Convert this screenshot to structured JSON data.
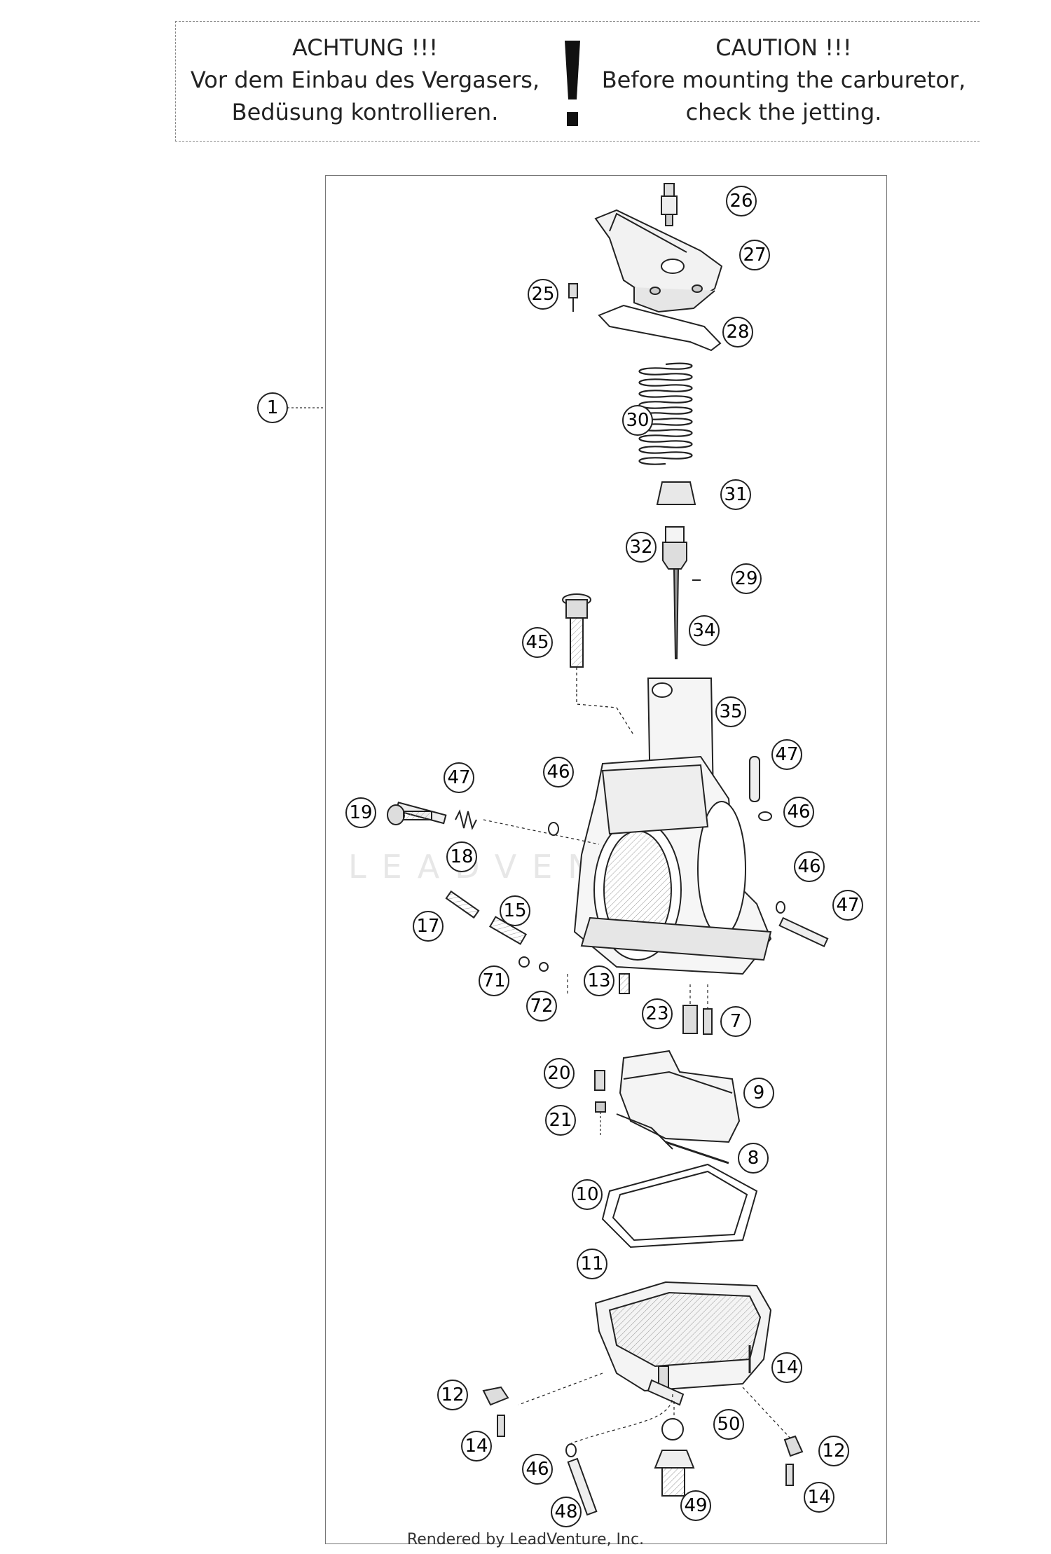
{
  "caution": {
    "de_title": "ACHTUNG !!!",
    "de_line1": "Vor dem Einbau des Vergasers,",
    "de_line2": "Bedüsung kontrollieren.",
    "en_title": "CAUTION !!!",
    "en_line1": "Before mounting the carburetor,",
    "en_line2": "check the jetting."
  },
  "watermark": "LEADVENTURE",
  "footer": "Rendered by LeadVenture, Inc.",
  "callouts": [
    {
      "id": "c1",
      "label": "1"
    },
    {
      "id": "c26",
      "label": "26"
    },
    {
      "id": "c27",
      "label": "27"
    },
    {
      "id": "c25",
      "label": "25"
    },
    {
      "id": "c28",
      "label": "28"
    },
    {
      "id": "c30",
      "label": "30"
    },
    {
      "id": "c31",
      "label": "31"
    },
    {
      "id": "c32",
      "label": "32"
    },
    {
      "id": "c29",
      "label": "29"
    },
    {
      "id": "c34",
      "label": "34"
    },
    {
      "id": "c45",
      "label": "45"
    },
    {
      "id": "c35",
      "label": "35"
    },
    {
      "id": "c47a",
      "label": "47"
    },
    {
      "id": "c46a",
      "label": "46"
    },
    {
      "id": "c47b",
      "label": "47"
    },
    {
      "id": "c19",
      "label": "19"
    },
    {
      "id": "c46b",
      "label": "46"
    },
    {
      "id": "c18",
      "label": "18"
    },
    {
      "id": "c46c",
      "label": "46"
    },
    {
      "id": "c47c",
      "label": "47"
    },
    {
      "id": "c17",
      "label": "17"
    },
    {
      "id": "c15",
      "label": "15"
    },
    {
      "id": "c71",
      "label": "71"
    },
    {
      "id": "c13",
      "label": "13"
    },
    {
      "id": "c72",
      "label": "72"
    },
    {
      "id": "c23",
      "label": "23"
    },
    {
      "id": "c7",
      "label": "7"
    },
    {
      "id": "c20",
      "label": "20"
    },
    {
      "id": "c9",
      "label": "9"
    },
    {
      "id": "c21",
      "label": "21"
    },
    {
      "id": "c8",
      "label": "8"
    },
    {
      "id": "c10",
      "label": "10"
    },
    {
      "id": "c11",
      "label": "11"
    },
    {
      "id": "c14a",
      "label": "14"
    },
    {
      "id": "c12a",
      "label": "12"
    },
    {
      "id": "c50",
      "label": "50"
    },
    {
      "id": "c14b",
      "label": "14"
    },
    {
      "id": "c12b",
      "label": "12"
    },
    {
      "id": "c46d",
      "label": "46"
    },
    {
      "id": "c14c",
      "label": "14"
    },
    {
      "id": "c49",
      "label": "49"
    },
    {
      "id": "c48",
      "label": "48"
    }
  ]
}
